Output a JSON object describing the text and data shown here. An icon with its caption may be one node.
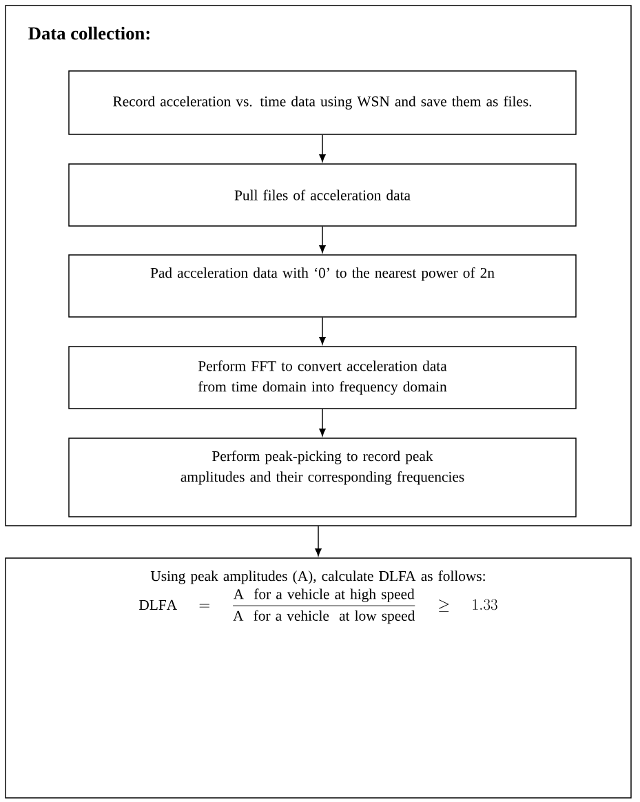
{
  "diagram": {
    "nodes": [
      {
        "text": [
          "Data collection:"
        ]
      },
      {
        "text": [
          "Record acceleration vs. time data using WSN and save them as files."
        ],
        "in": 0
      },
      {
        "text": [
          "Pull files of acceleration data"
        ],
        "in": 0
      },
      {
        "text": [
          "Pad acceleration data with ‘0’ to the nearest power of 2n"
        ],
        "in": 0
      },
      {
        "text": [
          "Perform FFT to convert acceleration data from time domain into frequency domain"
        ],
        "in": 0
      },
      {
        "text": [
          "Perform peak-picking to record peak amplitudes and their corresponding frequencies"
        ],
        "in": 0
      },
      {
        "text": [
          "Using peak amplitudes (A), calculate DLFA as follows:",
          "\\mathrm{DLFA} = \\dfrac{\\mathrm{A\\ \\ for\\ a\\ vehicle\\ at\\ high\\ speed}}{\\mathrm{A\\ \\ for\\ a\\ vehicle\\ \\ at\\ low\\ speed}} \\geq 1.33"
        ]
      }
    ],
    "edges": [
      {
        "from": 1,
        "to": 2,
        "arrow": "to"
      },
      {
        "from": 2,
        "to": 3,
        "arrow": "to"
      },
      {
        "from": 3,
        "to": 4,
        "arrow": "to"
      },
      {
        "from": 4,
        "to": 5,
        "arrow": "to"
      },
      {
        "from": 0,
        "to": 6,
        "arrow": "to"
      }
    ]
  }
}
